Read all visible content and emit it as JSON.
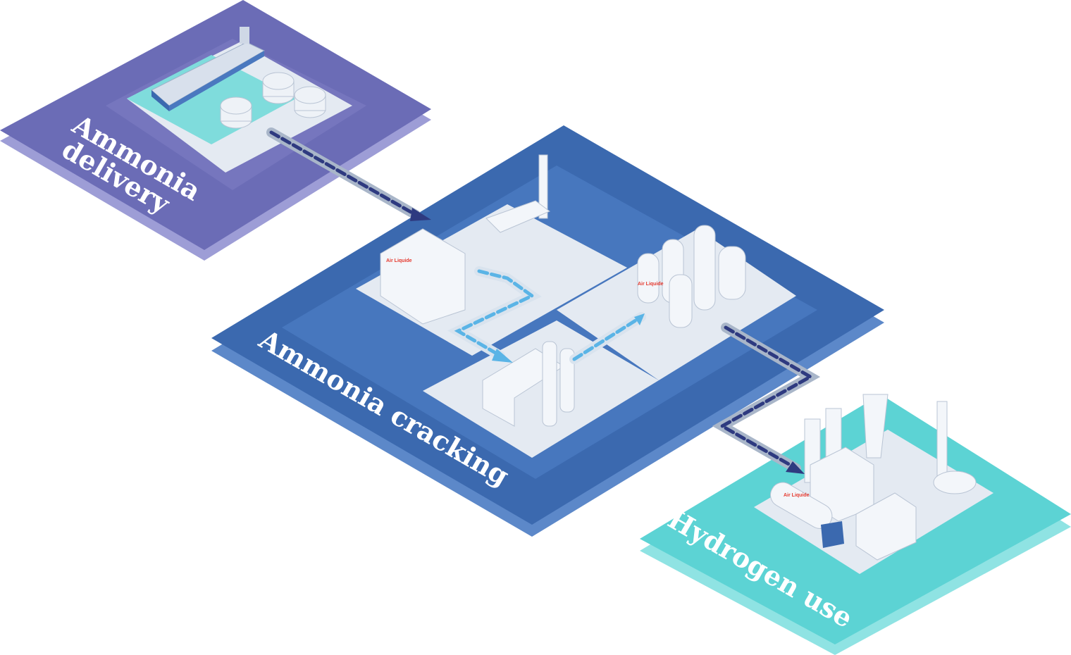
{
  "stages": [
    {
      "label_line1": "Ammonia",
      "label_line2": "delivery",
      "color": "#6B6CB6"
    },
    {
      "label": "Ammonia cracking",
      "color": "#3B69AF"
    },
    {
      "label": "Hydrogen use",
      "color": "#5CD3D4"
    }
  ],
  "brand": {
    "logo_text": "Air Liquide",
    "color": "#E53A2F"
  },
  "colors": {
    "platform": "#E4EAF2",
    "pipe": "#2E3A80",
    "flow": "#5AB4E6"
  }
}
